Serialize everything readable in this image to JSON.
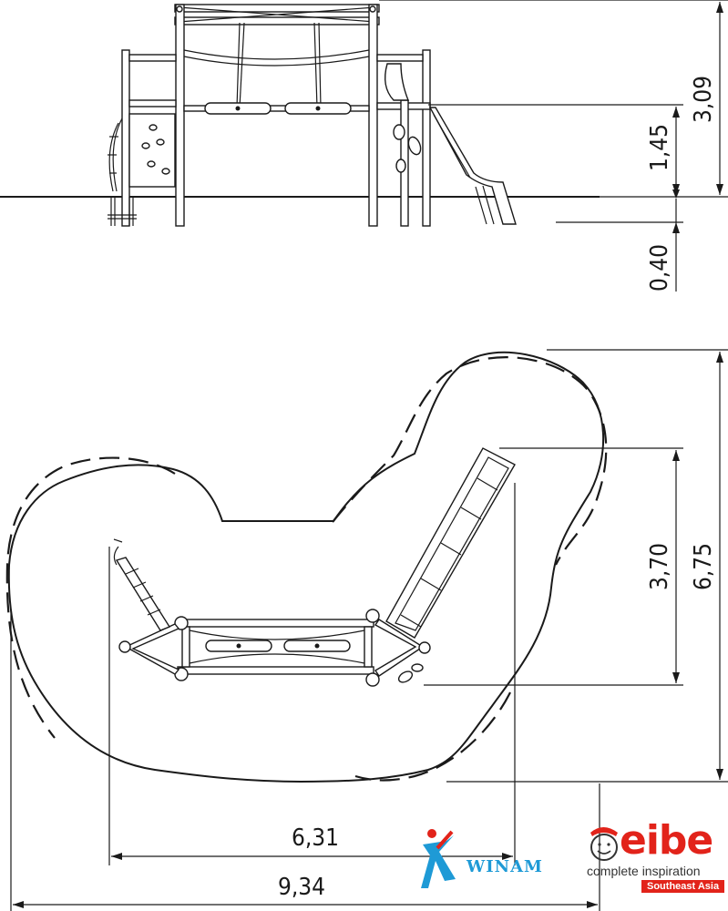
{
  "dimensions": {
    "total_height": "3,09",
    "platform_height": "1,45",
    "foundation_depth": "0,40",
    "equipment_depth": "3,70",
    "area_depth": "6,75",
    "equipment_width": "6,31",
    "area_width": "9,34"
  },
  "logos": {
    "eibe": {
      "word": "eibe",
      "tagline": "complete inspiration",
      "region": "Southeast Asia",
      "color": "#e2231a"
    },
    "winam": {
      "word": "WINAM",
      "color": "#1e9ad6"
    }
  }
}
